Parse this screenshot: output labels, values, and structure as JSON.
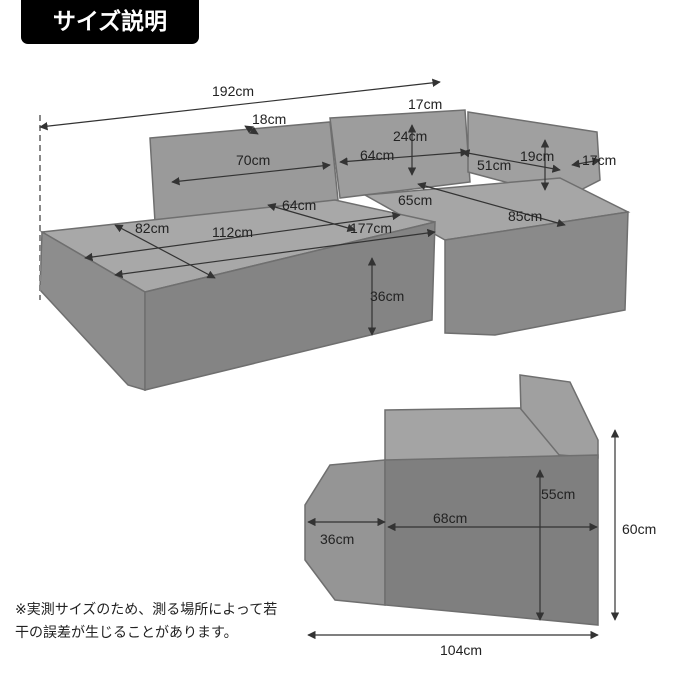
{
  "header": {
    "title": "サイズ説明"
  },
  "dimensions_top": {
    "total_width": "192cm",
    "back_depth": "18cm",
    "back_width_left": "70cm",
    "arm_width_top": "17cm",
    "back_height": "24cm",
    "back_width_mid": "64cm",
    "arm_depth": "51cm",
    "arm_height": "19cm",
    "arm_width": "17cm",
    "seat_depth_mid": "64cm",
    "seat_width_right": "65cm",
    "seat_depth_left": "82cm",
    "seat_width_left": "112cm",
    "chaise_length": "177cm",
    "chaise_depth": "85cm",
    "seat_height": "36cm"
  },
  "dimensions_bottom": {
    "ottoman_height": "36cm",
    "seat_depth": "68cm",
    "seat_height": "55cm",
    "total_height": "60cm",
    "total_depth": "104cm"
  },
  "note": "※実測サイズのため、測る場所によって若干の誤差が生じることがあります。",
  "colors": {
    "fabric": "#8e8e8e",
    "fabric_light": "#a3a3a3",
    "title_bg": "#000000"
  }
}
